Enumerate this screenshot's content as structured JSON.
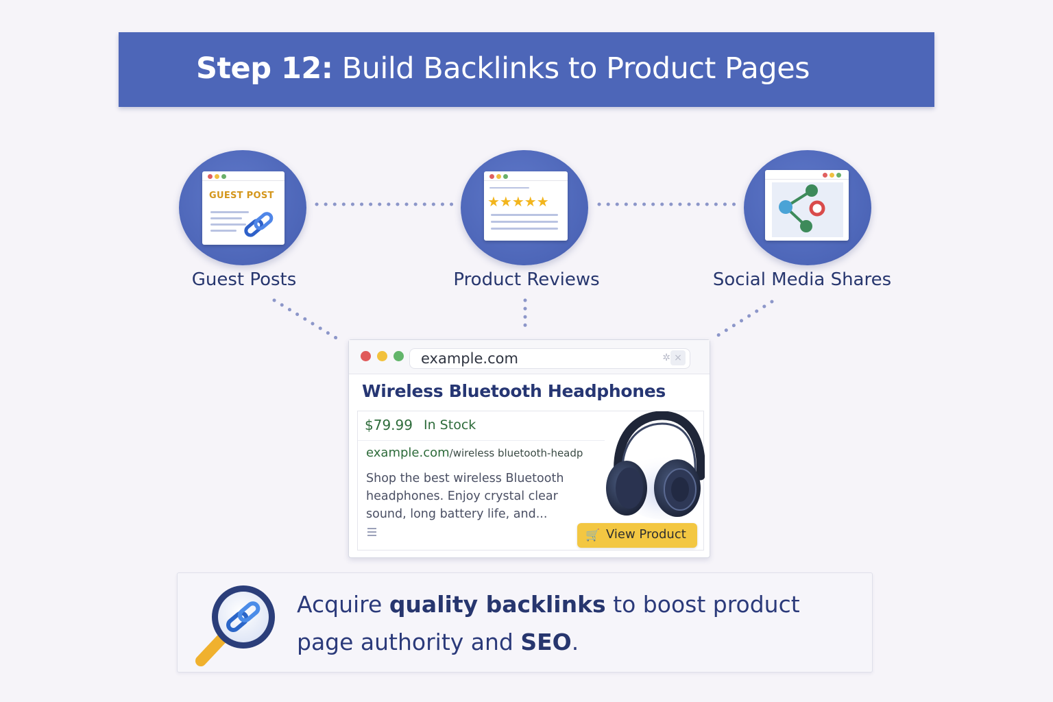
{
  "banner": {
    "step": "Step 12:",
    "title": "Build Backlinks to Product Pages"
  },
  "sources": [
    {
      "label": "Guest Posts",
      "icon": "guest-post-icon",
      "card_text": "GUEST POST"
    },
    {
      "label": "Product Reviews",
      "icon": "review-stars-icon",
      "stars": "★★★★★"
    },
    {
      "label": "Social Media Shares",
      "icon": "share-icon"
    }
  ],
  "browser": {
    "url": "example.com",
    "product_title": "Wireless Bluetooth Headphones",
    "price": "$79.99",
    "stock": "In Stock",
    "result_url_host": "example.com",
    "result_url_path": "/wireless bluetooth-headp",
    "description": "Shop the best wireless Bluetooth headphones. Enjoy crystal clear sound, long battery life, and...",
    "button_label": "View Product"
  },
  "callout": {
    "part1": "Acquire ",
    "bold1": "quality backlinks",
    "part2": " to boost product page authority and ",
    "bold2": "SEO",
    "part3": "."
  },
  "colors": {
    "banner": "#4d66b8",
    "accent_yellow": "#f3c742",
    "text_dark": "#27366e",
    "price_green": "#2d6b3a"
  }
}
